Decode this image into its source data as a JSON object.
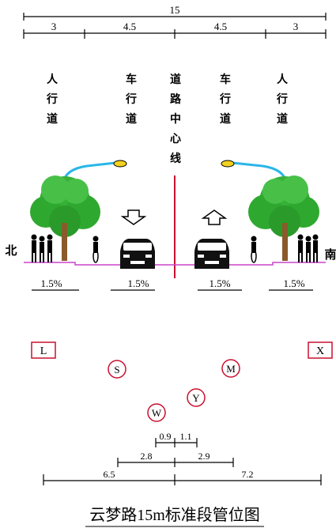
{
  "dimensions": {
    "total": "15",
    "segments": [
      "3",
      "4.5",
      "4.5",
      "3"
    ]
  },
  "lane_labels": {
    "left_sidewalk": [
      "人",
      "行",
      "道"
    ],
    "left_road": [
      "车",
      "行",
      "道"
    ],
    "centerline": [
      "道",
      "路",
      "中",
      "心",
      "线"
    ],
    "right_road": [
      "车",
      "行",
      "道"
    ],
    "right_sidewalk": [
      "人",
      "行",
      "道"
    ]
  },
  "directions": {
    "north": "北",
    "south": "南"
  },
  "slopes": [
    "1.5%",
    "1.5%",
    "1.5%",
    "1.5%"
  ],
  "pipes": {
    "L": "L",
    "X": "X",
    "S": "S",
    "M": "M",
    "Y": "Y",
    "W": "W"
  },
  "pipe_dims": {
    "row1": [
      "0.9",
      "1.1"
    ],
    "row2": [
      "2.8",
      "2.9"
    ],
    "row3": [
      "6.5",
      "7.2"
    ]
  },
  "title": "云梦路15m标准段管位图",
  "colors": {
    "line": "#000000",
    "red": "#c8102e",
    "tree": "#2fa82f",
    "lamp": "#29b6e8",
    "ground": "#cc44cc"
  }
}
